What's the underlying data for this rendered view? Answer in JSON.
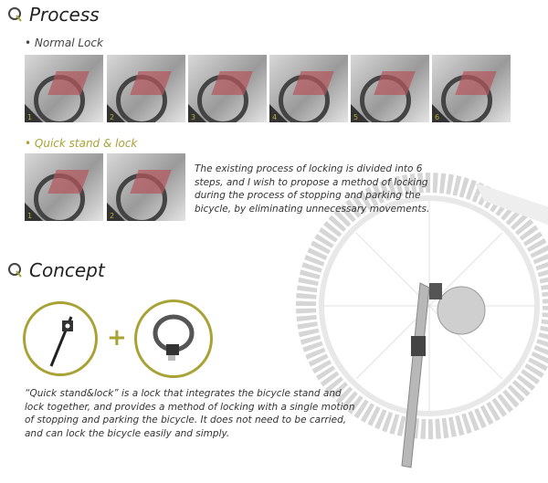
{
  "process": {
    "title": "Process",
    "normal_lock": "• Normal Lock",
    "normal_steps": [
      "1",
      "2",
      "3",
      "4",
      "5",
      "6"
    ],
    "quick_label": "• Quick stand & lock",
    "quick_steps": [
      "1",
      "2"
    ],
    "description": "The existing process of locking is divided into 6 steps, and I wish to propose a method of locking during the process of stopping and  parking the bicycle, by eliminating unnecessary movements."
  },
  "concept": {
    "title": "Concept",
    "plus": "+",
    "description": "“Quick stand&lock” is a lock that integrates the bicycle stand and lock together,  and provides a method of locking with a single motion of stopping and parking the bicycle.  It does not need to be carried,  and can lock the bicycle easily and simply."
  },
  "colors": {
    "accent": "#a9a235",
    "text": "#333333"
  }
}
